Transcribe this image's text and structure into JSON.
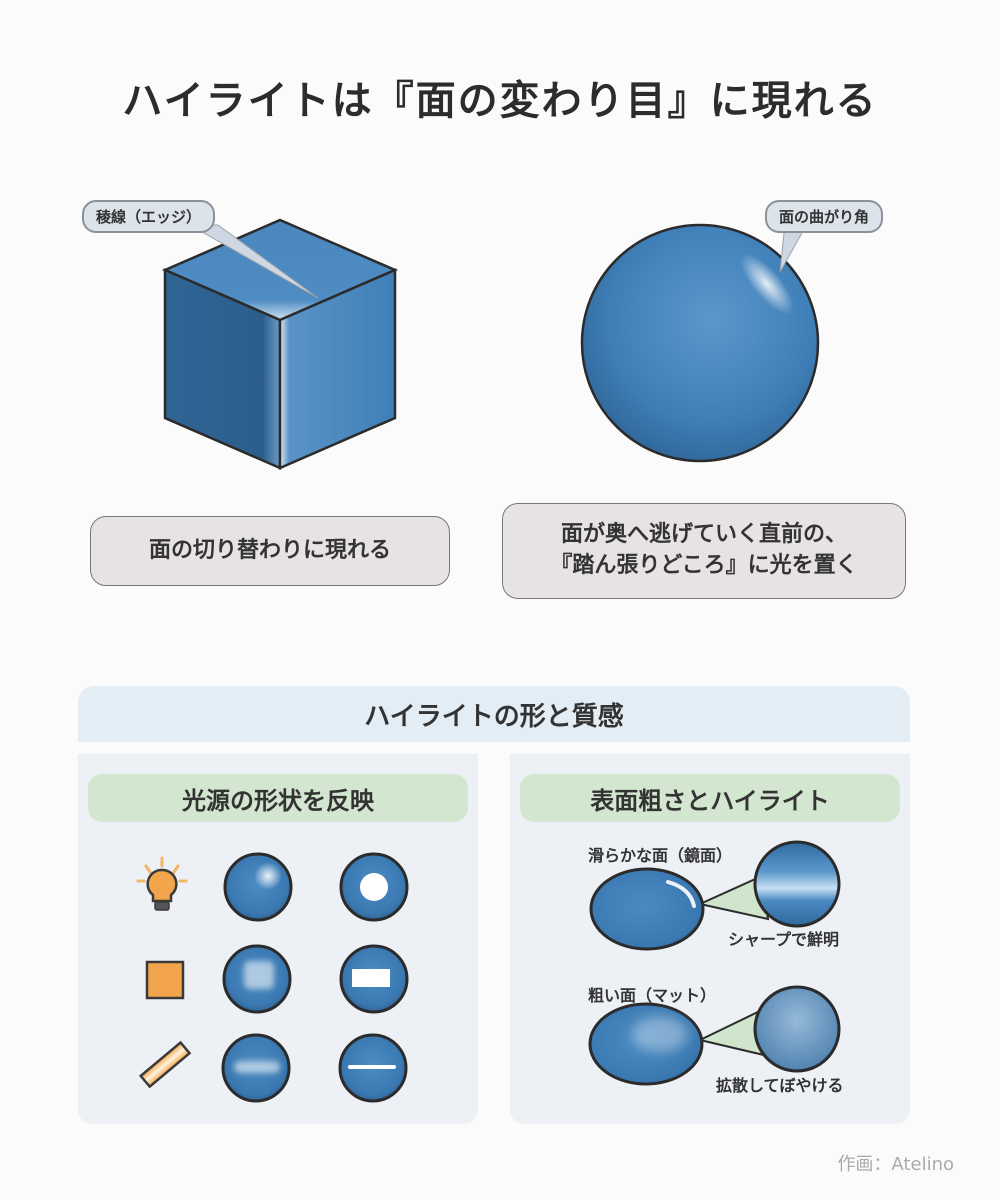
{
  "title": "ハイライトは『面の変わり目』に現れる",
  "top_figures": {
    "cube": {
      "callout": "稜線（エッジ）",
      "caption": "面の切り替わりに現れる"
    },
    "sphere": {
      "callout": "面の曲がり角",
      "caption_line1": "面が奥へ逃げていく直前の、",
      "caption_line2": "『踏ん張りどころ』に光を置く"
    }
  },
  "section": {
    "title": "ハイライトの形と質感",
    "left_panel": {
      "title": "光源の形状を反映",
      "rows": [
        {
          "light_source": "bulb-icon",
          "soft_highlight": "round-soft",
          "sharp_highlight": "circle"
        },
        {
          "light_source": "square-icon",
          "soft_highlight": "square-soft",
          "sharp_highlight": "rectangle"
        },
        {
          "light_source": "tube-icon",
          "soft_highlight": "bar-soft",
          "sharp_highlight": "line"
        }
      ]
    },
    "right_panel": {
      "title": "表面粗さとハイライト",
      "smooth": {
        "label": "滑らかな面（鏡面）",
        "result": "シャープで鮮明"
      },
      "rough": {
        "label": "粗い面（マット）",
        "result": "拡散してぼやける"
      }
    }
  },
  "credit": "作画：Atelino",
  "colors": {
    "blue": "#3f7fb8",
    "blue_dark": "#2d5f8e",
    "outline": "#2b2b2b",
    "orange": "#f2a54a",
    "green_label": "#d3e6cf",
    "header_bg": "#e3edf5",
    "panel_bg": "#edf1f6",
    "caption_bg": "#e7e3e2"
  }
}
